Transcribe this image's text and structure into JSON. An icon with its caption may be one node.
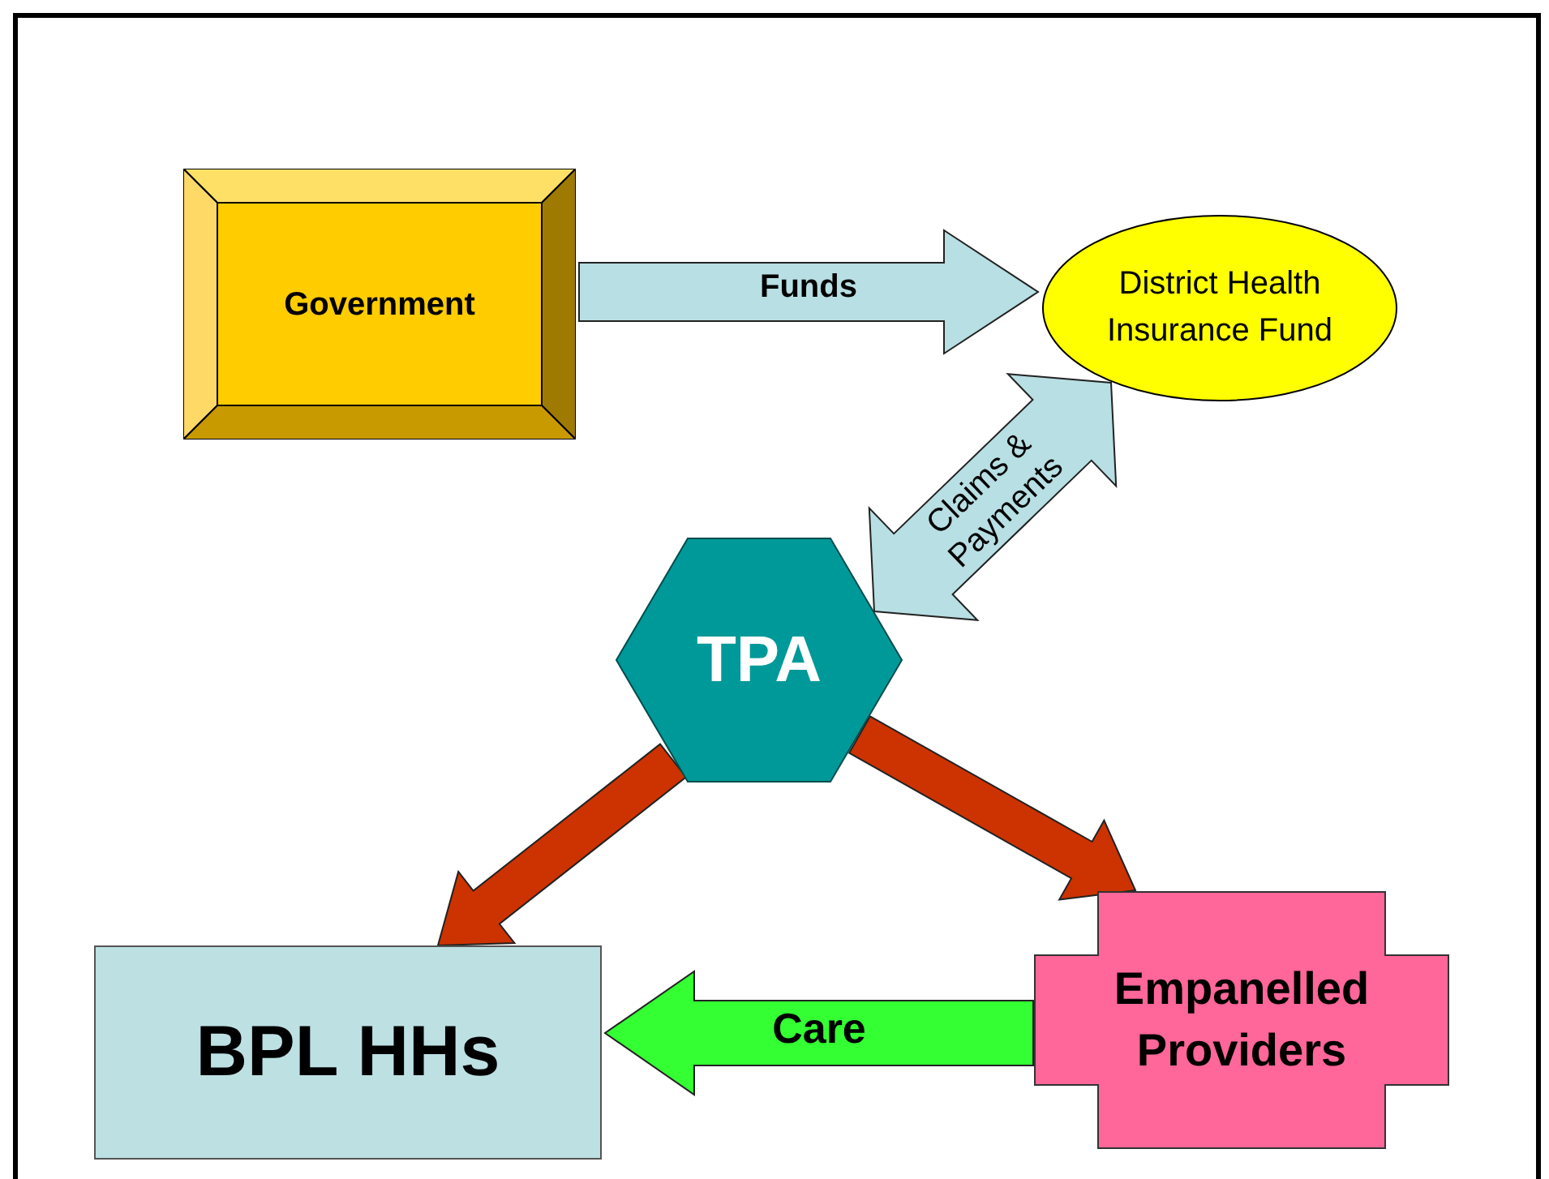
{
  "diagram": {
    "nodes": [
      {
        "text": [
          "Government"
        ]
      },
      {
        "text": [
          "District Health Insurance Fund"
        ]
      },
      {
        "text": [
          "TPA"
        ]
      },
      {
        "text": [
          "BPL HHs"
        ]
      },
      {
        "text": [
          "Empanelled Providers"
        ]
      }
    ],
    "edges": [
      {
        "from": 0,
        "to": 1,
        "arrow": "to",
        "label": "Funds",
        "color": "#b8dfe3"
      },
      {
        "from": 2,
        "to": 1,
        "arrow": "both",
        "label": "Claims & Payments",
        "color": "#b8dfe3"
      },
      {
        "from": 2,
        "to": 3,
        "arrow": "to",
        "color": "#cc3300"
      },
      {
        "from": 2,
        "to": 4,
        "arrow": "to",
        "color": "#cc3300"
      },
      {
        "from": 4,
        "to": 3,
        "arrow": "to",
        "label": "Care",
        "color": "#33ff33"
      }
    ]
  }
}
